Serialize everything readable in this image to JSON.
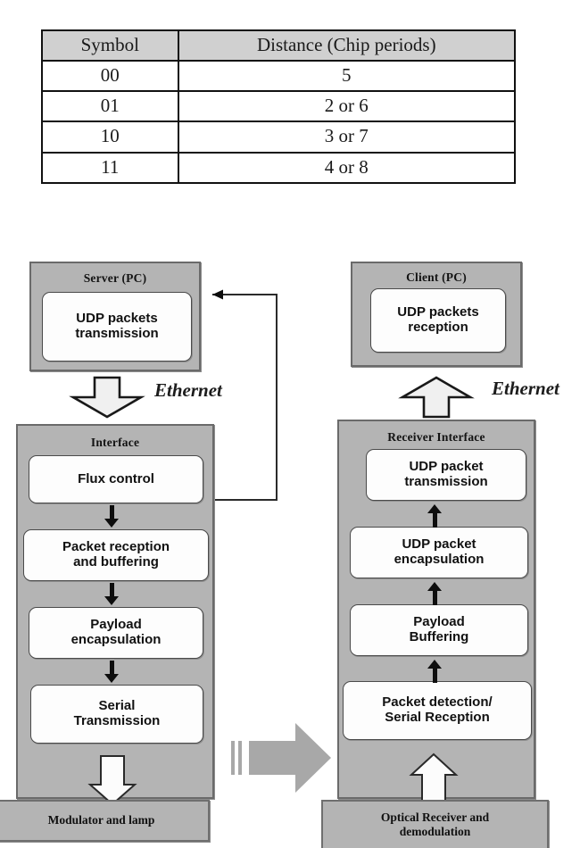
{
  "table": {
    "headers": [
      "Symbol",
      "Distance (Chip  periods)"
    ],
    "rows": [
      [
        "00",
        "5"
      ],
      [
        "01",
        "2 or 6"
      ],
      [
        "10",
        "3 or 7"
      ],
      [
        "11",
        "4 or 8"
      ]
    ]
  },
  "diagram": {
    "server_panel": {
      "title": "Server (PC)",
      "box": "UDP packets\ntransmission"
    },
    "client_panel": {
      "title": "Client (PC)",
      "box": "UDP packets\nreception"
    },
    "ethernet_left_label": "Ethernet",
    "ethernet_right_label": "Ethernet",
    "tx_interface": {
      "title": "Interface",
      "steps": [
        "Flux control",
        "Packet reception\nand buffering",
        "Payload\nencapsulation",
        "Serial\nTransmission"
      ]
    },
    "rx_interface": {
      "title": "Receiver Interface",
      "steps": [
        "UDP packet\ntransmission",
        "UDP packet\nencapsulation",
        "Payload\nBuffering",
        "Packet detection/\nSerial Reception"
      ]
    },
    "tx_device": "Modulator and lamp",
    "rx_device": "Optical Receiver and\ndemodulation",
    "colors": {
      "panel_fill": "#b4b4b4",
      "panel_border": "#6a6a6a",
      "inner_fill": "#fdfdfd",
      "inner_border": "#4a4a4a",
      "arrow_black": "#0d0d0d",
      "optical_arrow": "#a8a8a8",
      "table_header_fill": "#d0d0d0",
      "table_border": "#111111"
    }
  }
}
